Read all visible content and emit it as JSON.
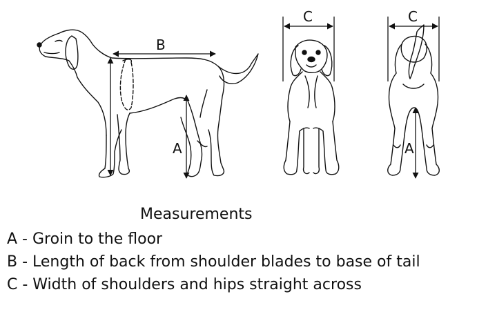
{
  "labels": {
    "a": "A",
    "b": "B",
    "c": "C"
  },
  "caption": {
    "title": "Measurements",
    "items": [
      "A - Groin to the floor",
      "B - Length of back from shoulder blades to base of tail",
      "C - Width of shoulders and hips straight across"
    ]
  }
}
